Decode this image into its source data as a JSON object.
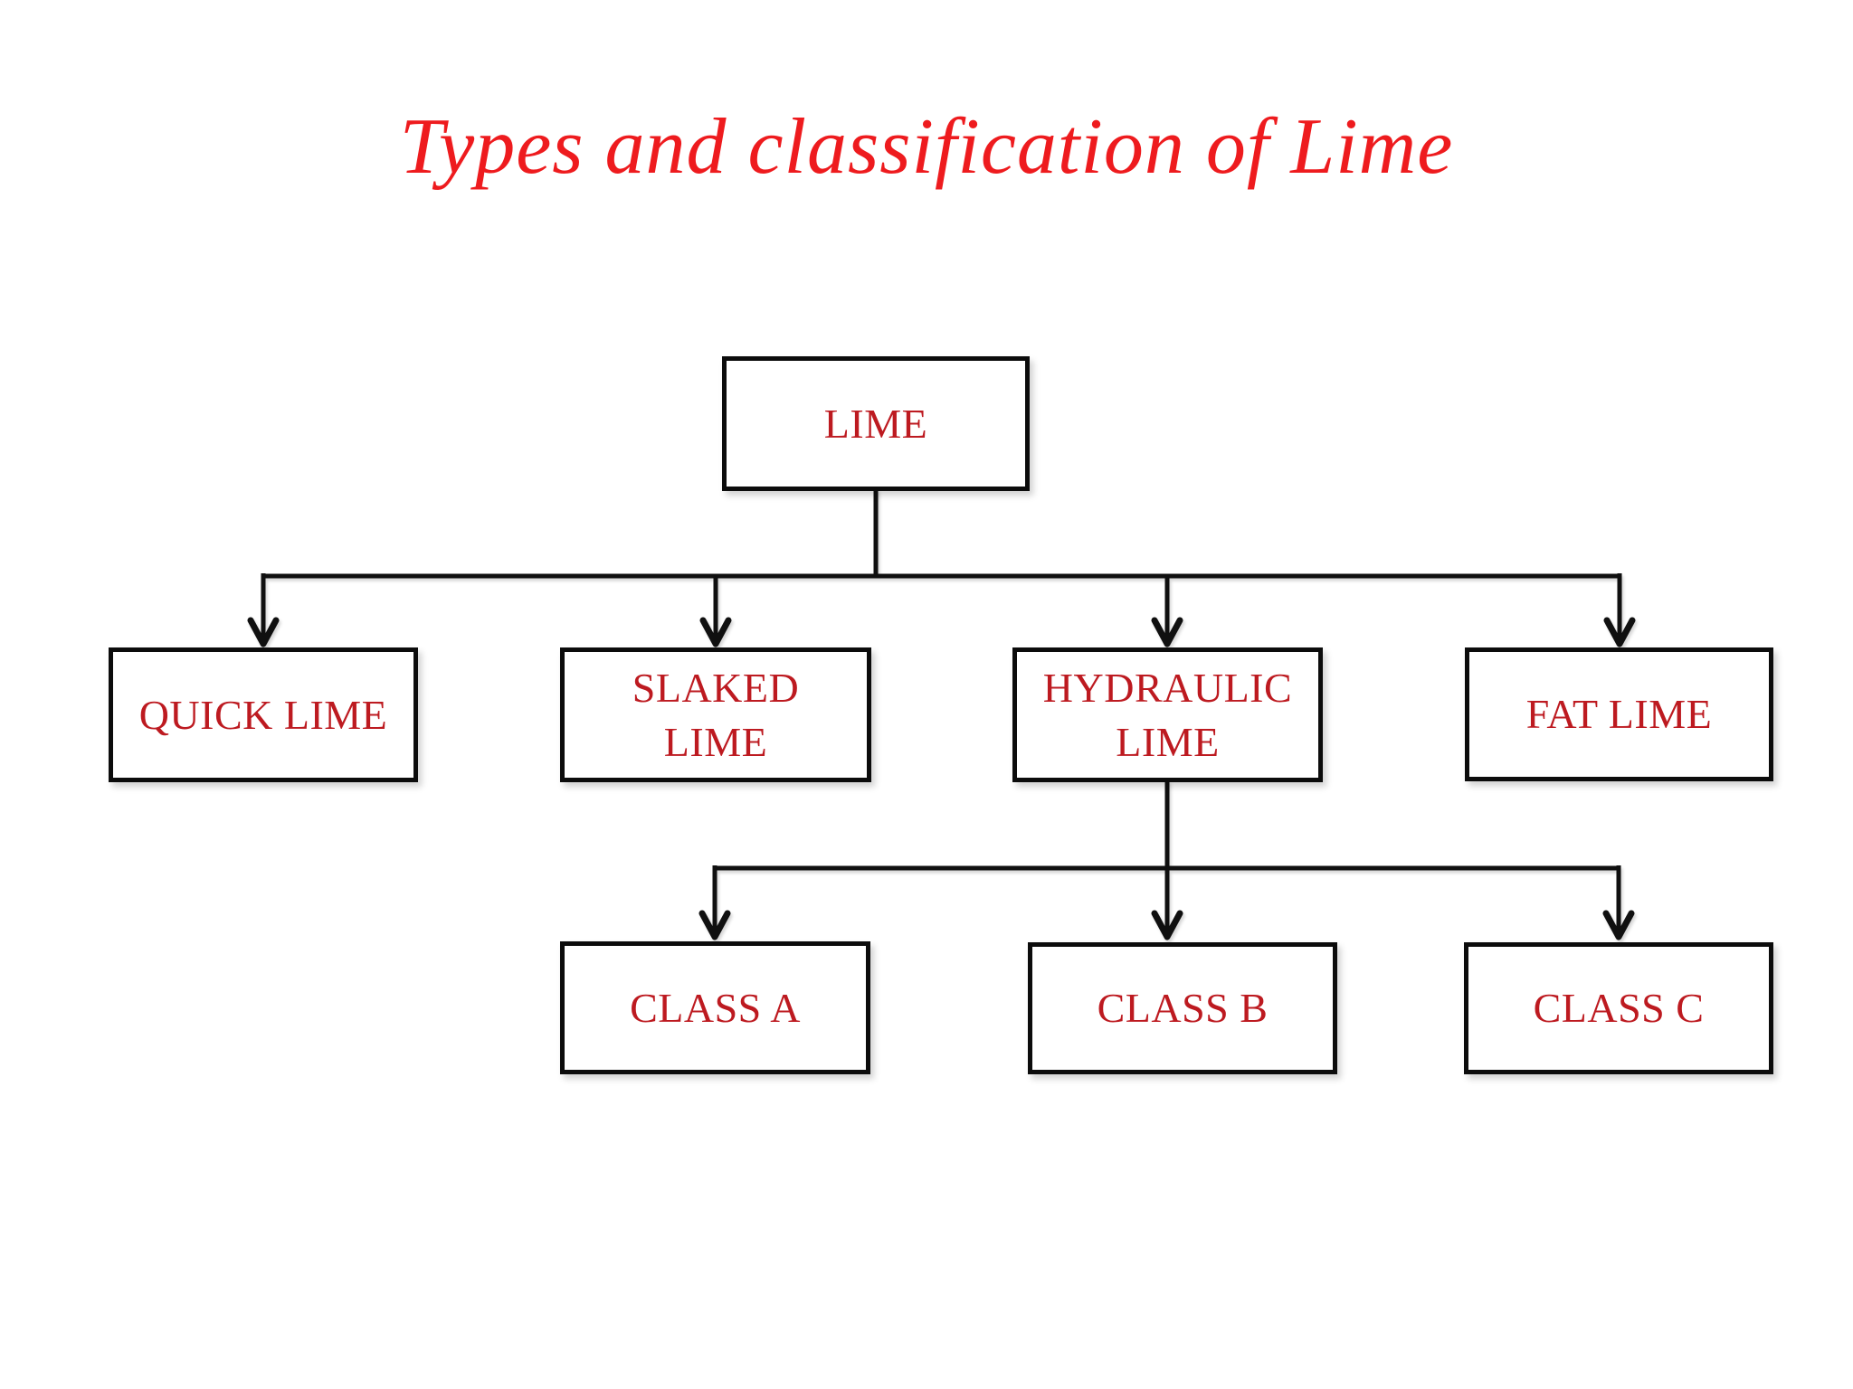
{
  "title": {
    "text": "Types and classification of Lime",
    "color": "#ee1b1e"
  },
  "colors": {
    "box_text": "#bd1a20",
    "box_border": "#0c0c0c",
    "connector": "#101010",
    "background": "#ffffff"
  },
  "tree": {
    "root": {
      "label": "LIME"
    },
    "children": [
      {
        "label": "QUICK LIME"
      },
      {
        "label": "SLAKED LIME"
      },
      {
        "label": "HYDRAULIC LIME"
      },
      {
        "label": "FAT LIME"
      }
    ],
    "hydraulic_children": [
      {
        "label": "CLASS A"
      },
      {
        "label": "CLASS B"
      },
      {
        "label": "CLASS C"
      }
    ]
  },
  "edges": [
    {
      "from": "LIME",
      "to": "QUICK LIME"
    },
    {
      "from": "LIME",
      "to": "SLAKED LIME"
    },
    {
      "from": "LIME",
      "to": "HYDRAULIC LIME"
    },
    {
      "from": "LIME",
      "to": "FAT LIME"
    },
    {
      "from": "HYDRAULIC LIME",
      "to": "CLASS A"
    },
    {
      "from": "HYDRAULIC LIME",
      "to": "CLASS B"
    },
    {
      "from": "HYDRAULIC LIME",
      "to": "CLASS C"
    }
  ]
}
